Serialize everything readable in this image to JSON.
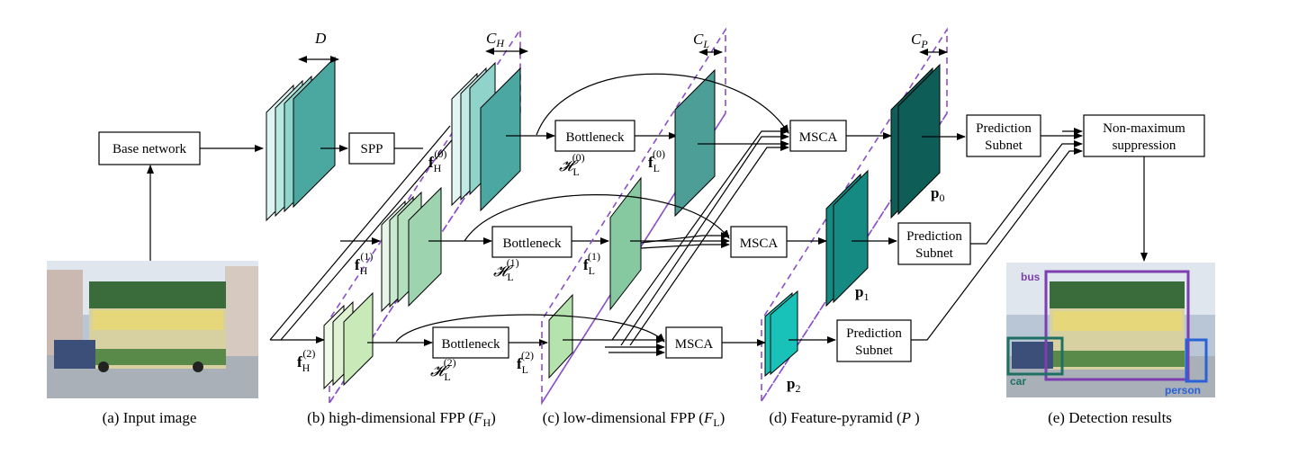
{
  "boxes": {
    "base_network": "Base network",
    "spp": "SPP",
    "bottleneck": "Bottleneck",
    "msca": "MSCA",
    "prediction_line1": "Prediction",
    "prediction_line2": "Subnet",
    "nms_line1": "Non-maximum",
    "nms_line2": "suppression"
  },
  "symbols": {
    "D": "D",
    "C": "C",
    "H": "H",
    "L": "L",
    "P": "P",
    "f": "f",
    "p": "p",
    "calH": "𝓗",
    "i0": "(0)",
    "i1": "(1)",
    "i2": "(2)",
    "n0": "0",
    "n1": "1",
    "n2": "2"
  },
  "captions": {
    "a": "(a) Input image",
    "b_pre": "(b) high-dimensional FPP (",
    "c_pre": "(c) low-dimensional FPP (",
    "d_pre": "(d) Feature-pyramid (",
    "F": "F",
    "close": ")",
    "e": "(e) Detection results"
  },
  "detections": [
    {
      "label": "bus",
      "color": "#7d3fb0"
    },
    {
      "label": "car",
      "color": "#1f6f63"
    },
    {
      "label": "person",
      "color": "#2a62d6"
    }
  ],
  "colors": {
    "spp_stack": [
      "#dff5f3",
      "#b8e8e2",
      "#8ed6cc",
      "#4aa8a0"
    ],
    "h_stack": [
      "#e3f6f4",
      "#c2ebe6",
      "#8fd3cb",
      "#4aa7a1"
    ],
    "m_stack": [
      "#e6f5e8",
      "#c9ead0",
      "#b2e0bd",
      "#9dd3ae"
    ],
    "l_stack": [
      "#f1fae9",
      "#def2d1",
      "#c7eab8"
    ],
    "fL0": "#4e9e98",
    "fL1": "#86c8a0",
    "fL2": "#b5e3ad",
    "p0": "#0e5e57",
    "p1": "#148a83",
    "p2": "#18c2b8",
    "dashed_plane": "#8a4fc8"
  }
}
